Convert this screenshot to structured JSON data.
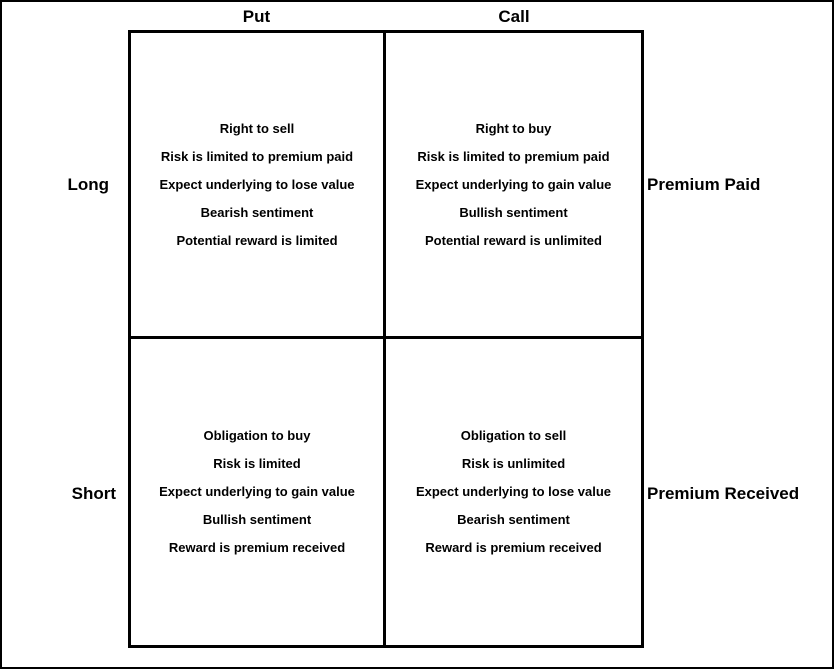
{
  "colors": {
    "background": "#ffffff",
    "border": "#000000",
    "text": "#000000"
  },
  "columns": [
    {
      "label": "Put"
    },
    {
      "label": "Call"
    }
  ],
  "rows": [
    {
      "label": "Long",
      "annotation": "Premium Paid"
    },
    {
      "label": "Short",
      "annotation": "Premium Received"
    }
  ],
  "quadrants": [
    {
      "row": "Long",
      "column": "Put",
      "lines": [
        "Right to sell",
        "Risk is limited to premium paid",
        "Expect underlying to lose value",
        "Bearish sentiment",
        "Potential reward is limited"
      ]
    },
    {
      "row": "Long",
      "column": "Call",
      "lines": [
        "Right to buy",
        "Risk is limited to premium paid",
        "Expect underlying to gain value",
        "Bullish sentiment",
        "Potential reward is unlimited"
      ]
    },
    {
      "row": "Short",
      "column": "Put",
      "lines": [
        "Obligation to buy",
        "Risk is limited",
        "Expect underlying to gain value",
        "Bullish sentiment",
        "Reward is premium received"
      ]
    },
    {
      "row": "Short",
      "column": "Call",
      "lines": [
        "Obligation to sell",
        "Risk is unlimited",
        "Expect underlying to lose value",
        "Bearish sentiment",
        "Reward is premium received"
      ]
    }
  ]
}
